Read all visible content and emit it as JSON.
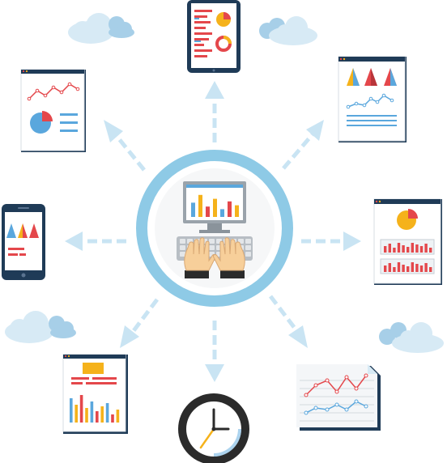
{
  "diagram": {
    "hub": {
      "icon": "workstation-icon",
      "chart_bars": [
        0.55,
        0.85,
        0.4,
        0.7,
        0.3,
        0.6,
        0.45
      ]
    },
    "spokes": [
      {
        "name": "tablet-report-icon",
        "direction": "up"
      },
      {
        "name": "bar-chart-report-icon",
        "direction": "up-right"
      },
      {
        "name": "pie-chart-report-icon",
        "direction": "right"
      },
      {
        "name": "line-chart-report-icon",
        "direction": "down-right"
      },
      {
        "name": "clock-icon",
        "direction": "down"
      },
      {
        "name": "document-report-icon",
        "direction": "down-left"
      },
      {
        "name": "smartphone-report-icon",
        "direction": "left"
      },
      {
        "name": "analytics-report-icon",
        "direction": "up-left"
      }
    ],
    "clouds": [
      "cloud-icon",
      "cloud-icon",
      "cloud-icon",
      "cloud-icon"
    ]
  },
  "colors": {
    "ring": "#8ecae6",
    "arrow": "#c9e4f3",
    "navy": "#1f3b57",
    "red": "#e4474b",
    "yellow": "#f5b21b",
    "blue": "#5aa7dd",
    "cloud": "#d7eaf5",
    "cloud_shade": "#a7cfe8",
    "skin": "#f7cf9a",
    "dark": "#2b2b2b"
  },
  "clock": {
    "hour_hand_deg": 90,
    "minute_hand_deg": 0,
    "second_hand_deg": 215
  }
}
